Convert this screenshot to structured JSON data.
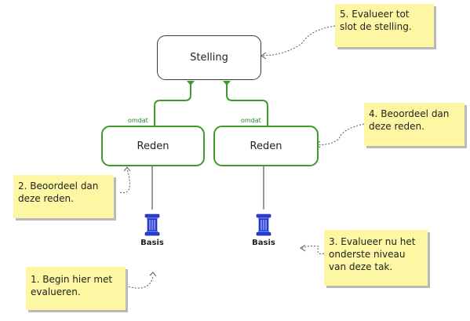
{
  "claim": {
    "label": "Stelling"
  },
  "reasons": [
    {
      "label": "Reden",
      "link_label": "omdat",
      "basis_label": "Basis"
    },
    {
      "label": "Reden",
      "link_label": "omdat",
      "basis_label": "Basis"
    }
  ],
  "notes": [
    {
      "line1": "1. Begin hier met",
      "line2": "evalueren."
    },
    {
      "line1": "2. Beoordeel dan",
      "line2": "deze reden."
    },
    {
      "line1": "3. Evalueer nu het",
      "line2": "onderste niveau",
      "line3": "van deze tak."
    },
    {
      "line1": "4. Beoordeel dan",
      "line2": "deze reden."
    },
    {
      "line1": "5. Evalueer tot",
      "line2": "slot de stelling."
    }
  ],
  "colors": {
    "support_line": "#3f9a2a",
    "note_background": "#fdf7a3",
    "basis_icon": "#2a3fd6"
  },
  "icons": {
    "basis": "pillar-icon"
  }
}
